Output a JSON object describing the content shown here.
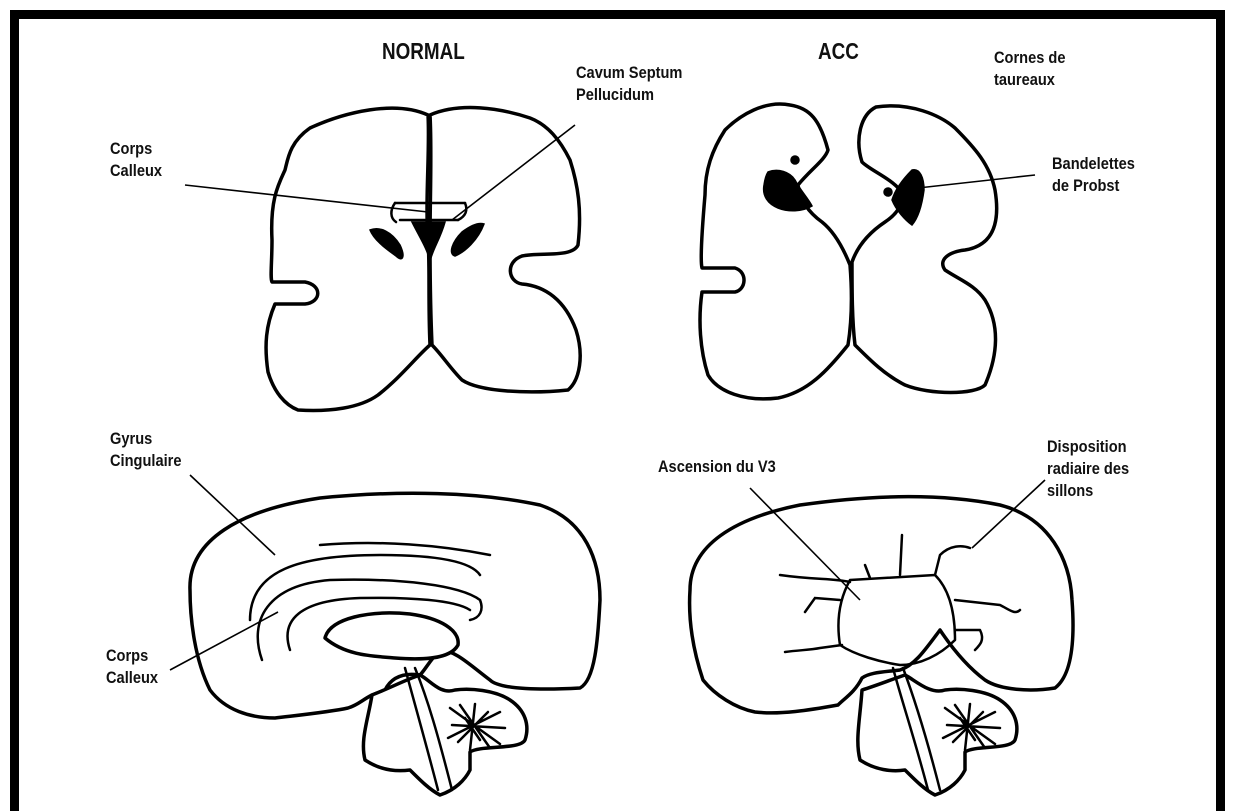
{
  "headings": {
    "normal": "NORMAL",
    "acc": "ACC"
  },
  "labels": {
    "cavum": "Cavum Septum\nPellucidum",
    "corps_calleux_top": "Corps\nCalleux",
    "cornes": "Cornes de\ntaureaux",
    "bandelettes": "Bandelettes\nde Probst",
    "gyrus": "Gyrus\nCingulaire",
    "corps_calleux_bottom": "Corps\nCalleux",
    "ascension": "Ascension du V3",
    "disposition": "Disposition\nradiaire des\nsillons"
  },
  "colors": {
    "ink": "#000000",
    "paper": "#ffffff"
  }
}
